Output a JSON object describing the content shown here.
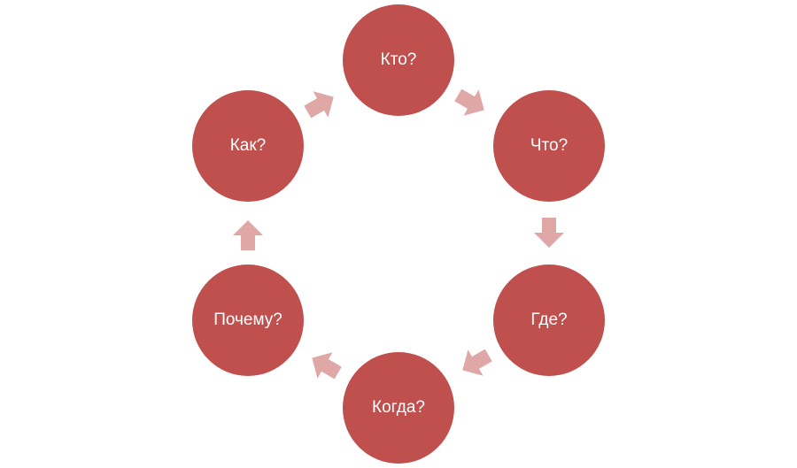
{
  "diagram": {
    "nodes": [
      {
        "label": "Кто?"
      },
      {
        "label": "Что?"
      },
      {
        "label": "Где?"
      },
      {
        "label": "Когда?"
      },
      {
        "label": "Почему?"
      },
      {
        "label": "Как?"
      }
    ]
  },
  "colors": {
    "node_fill": "#c0504d",
    "arrow_fill": "#dfa8a7",
    "text": "#ffffff"
  }
}
